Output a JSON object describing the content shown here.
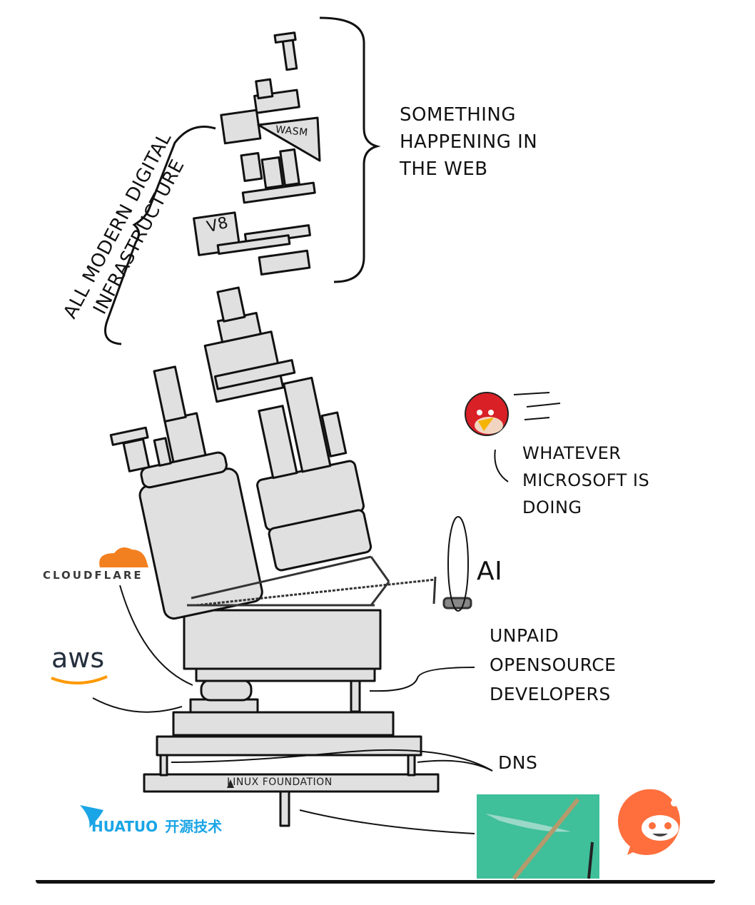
{
  "title": "All modern digital infrastructure (xkcd 2347 remix)",
  "labels": {
    "infrastructure": [
      "ALL MODERN DIGITAL",
      "INFRASTRUCTURE"
    ],
    "web": [
      "SOMETHING",
      "HAPPENING IN",
      "THE WEB"
    ],
    "microsoft": [
      "WHATEVER",
      "MICROSOFT IS",
      "DOING"
    ],
    "ai": "AI",
    "unpaid": [
      "UNPAID",
      "OPENSOURCE",
      "DEVELOPERS"
    ],
    "dns": "DNS",
    "wasm": "WASM",
    "v8": "V8",
    "linux": "LINUX FOUNDATION"
  },
  "logos": {
    "cloudflare": "CLOUDFLARE",
    "aws": "aws",
    "huatuo": "HUATUO",
    "huatuo_cn": "开源技术"
  },
  "icons": {
    "angry_bird": "angry-bird-icon",
    "reddit": "reddit-icon",
    "shark": "shark-cable-photo",
    "tux": "tux-penguin-icon"
  },
  "colors": {
    "block_fill": "#e0e0e0",
    "outline": "#111111",
    "cloudflare_orange": "#f38020",
    "aws_orange": "#ff9900",
    "huatuo_blue": "#1aa5e6",
    "reddit_orange": "#ff6f3d",
    "bird_red": "#d92027",
    "water_green": "#3fbf9a"
  }
}
